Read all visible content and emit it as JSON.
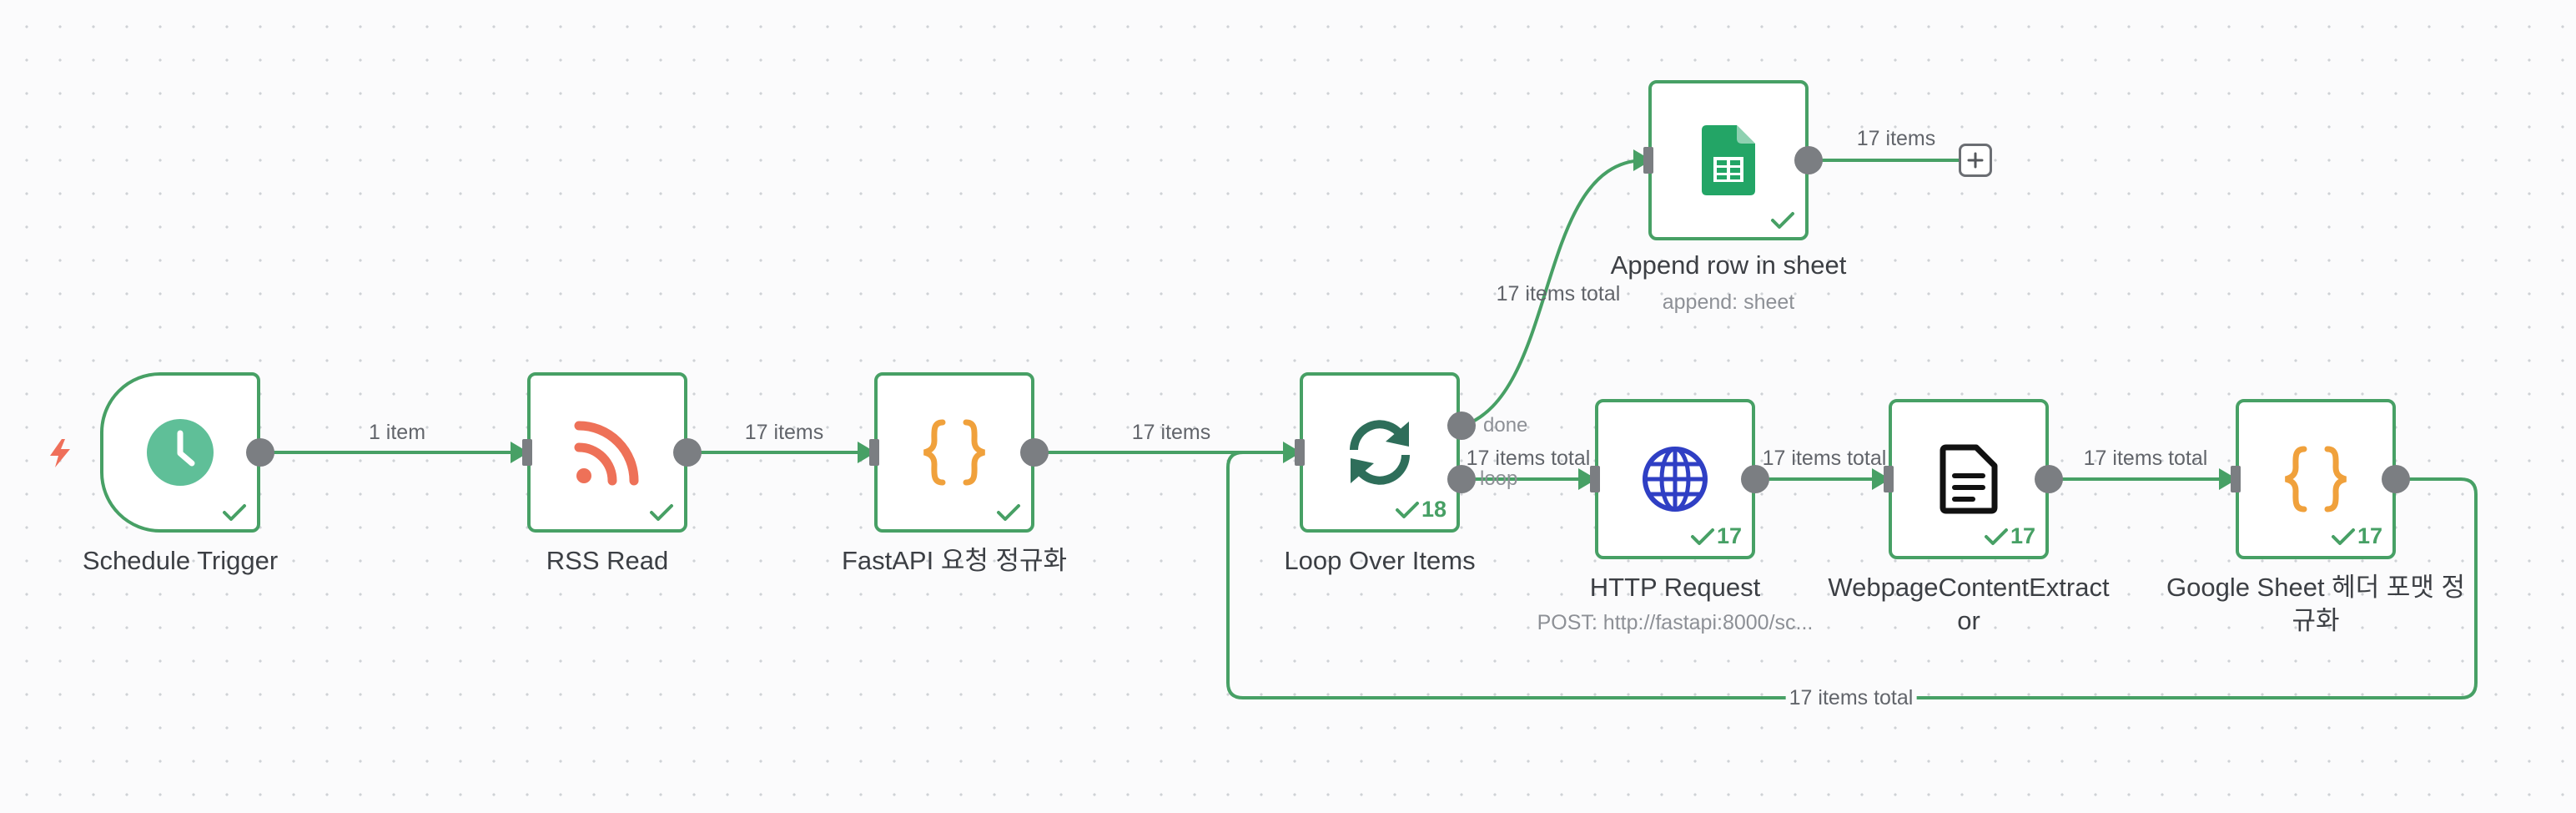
{
  "colors": {
    "edge": "#47a065",
    "handle": "#7b7e82",
    "trigger_bolt": "#ef6f5a"
  },
  "nodes": {
    "schedule_trigger": {
      "label": "Schedule Trigger",
      "icon": "clock-icon"
    },
    "rss_read": {
      "label": "RSS Read",
      "icon": "rss-icon"
    },
    "fastapi_normalize": {
      "label": "FastAPI 요청 정규화",
      "icon": "code-braces-icon"
    },
    "loop_over_items": {
      "label": "Loop Over Items",
      "icon": "loop-icon",
      "run_count": "18"
    },
    "append_row": {
      "label": "Append row in sheet",
      "subtitle": "append: sheet",
      "icon": "google-sheets-icon"
    },
    "http_request": {
      "label": "HTTP Request",
      "subtitle": "POST: http://fastapi:8000/sc...",
      "icon": "globe-icon",
      "run_count": "17"
    },
    "webpage_extractor": {
      "label": "WebpageContentExtract",
      "label_line2": "or",
      "icon": "document-icon",
      "run_count": "17"
    },
    "sheet_header_format": {
      "label": "Google Sheet 헤더 포맷 정",
      "label_line2": "규화",
      "icon": "code-braces-icon",
      "run_count": "17"
    }
  },
  "edges": {
    "trigger_to_rss": "1 item",
    "rss_to_fastapi": "17 items",
    "fastapi_to_loop": "17 items",
    "loop_done_to_append": "17 items total",
    "append_to_plus": "17 items",
    "loop_to_http": "17 items total",
    "http_to_extractor": "17 items total",
    "extractor_to_format": "17 items total",
    "format_back_to_loop": "17 items total"
  },
  "ports": {
    "done": "done",
    "loop": "loop"
  }
}
